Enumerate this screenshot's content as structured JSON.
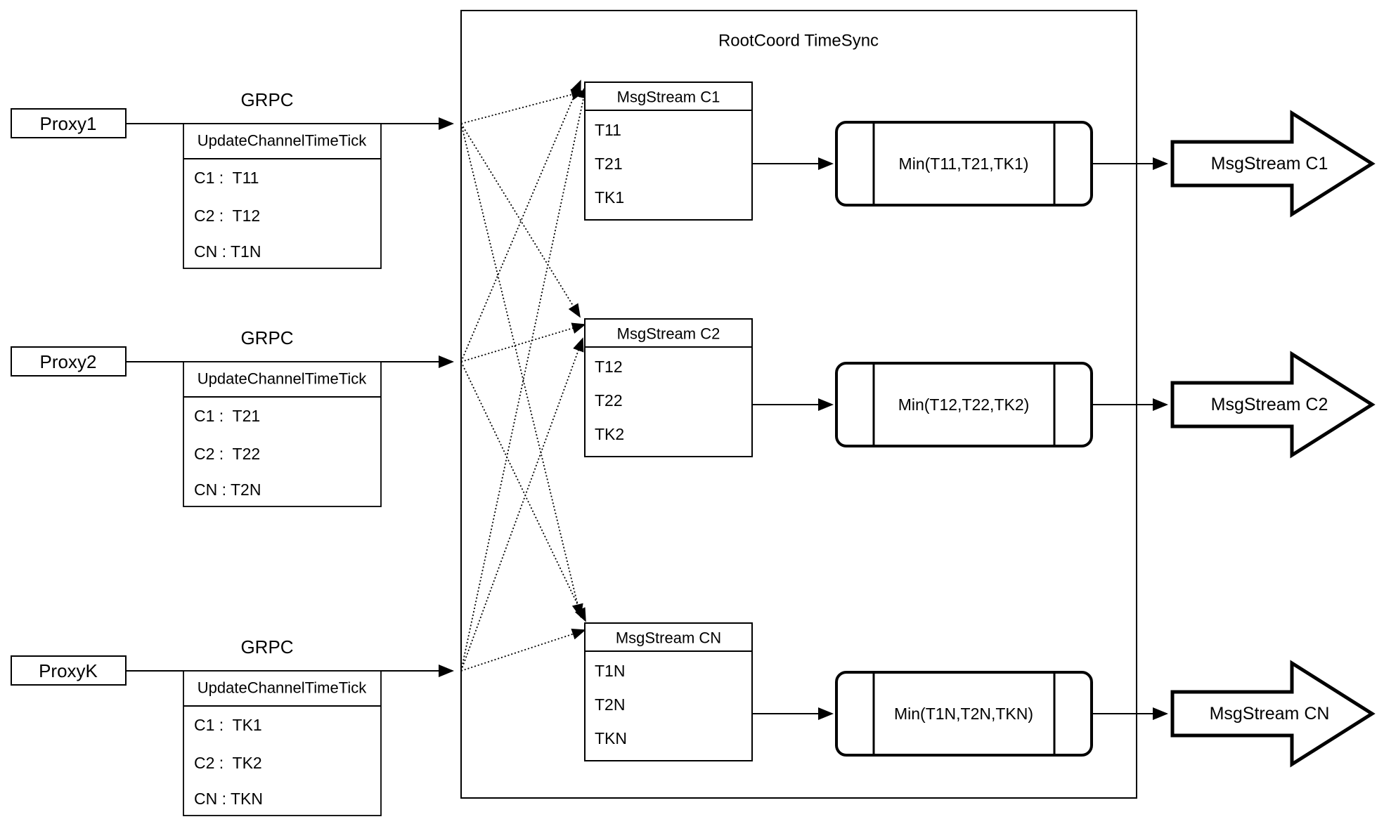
{
  "diagram": {
    "container": {
      "title": "RootCoord TimeSync"
    },
    "proxies": [
      {
        "name": "Proxy1",
        "protocol": "GRPC",
        "message": {
          "title": "UpdateChannelTimeTick",
          "rows": [
            "C1 :  T11",
            "C2 :  T12",
            "CN : T1N"
          ]
        }
      },
      {
        "name": "Proxy2",
        "protocol": "GRPC",
        "message": {
          "title": "UpdateChannelTimeTick",
          "rows": [
            "C1 :  T21",
            "C2 :  T22",
            "CN : T2N"
          ]
        }
      },
      {
        "name": "ProxyK",
        "protocol": "GRPC",
        "message": {
          "title": "UpdateChannelTimeTick",
          "rows": [
            "C1 :  TK1",
            "C2 :  TK2",
            "CN : TKN"
          ]
        }
      }
    ],
    "streams": [
      {
        "title": "MsgStream C1",
        "ticks": [
          "T11",
          "T21",
          "TK1"
        ],
        "min_label": "Min(T11,T21,TK1)",
        "output_label": "MsgStream C1"
      },
      {
        "title": "MsgStream C2",
        "ticks": [
          "T12",
          "T22",
          "TK2"
        ],
        "min_label": "Min(T12,T22,TK2)",
        "output_label": "MsgStream C2"
      },
      {
        "title": "MsgStream CN",
        "ticks": [
          "T1N",
          "T2N",
          "TKN"
        ],
        "min_label": "Min(T1N,T2N,TKN)",
        "output_label": "MsgStream CN"
      }
    ],
    "colors": {
      "stroke": "#000000",
      "background": "#ffffff"
    }
  }
}
